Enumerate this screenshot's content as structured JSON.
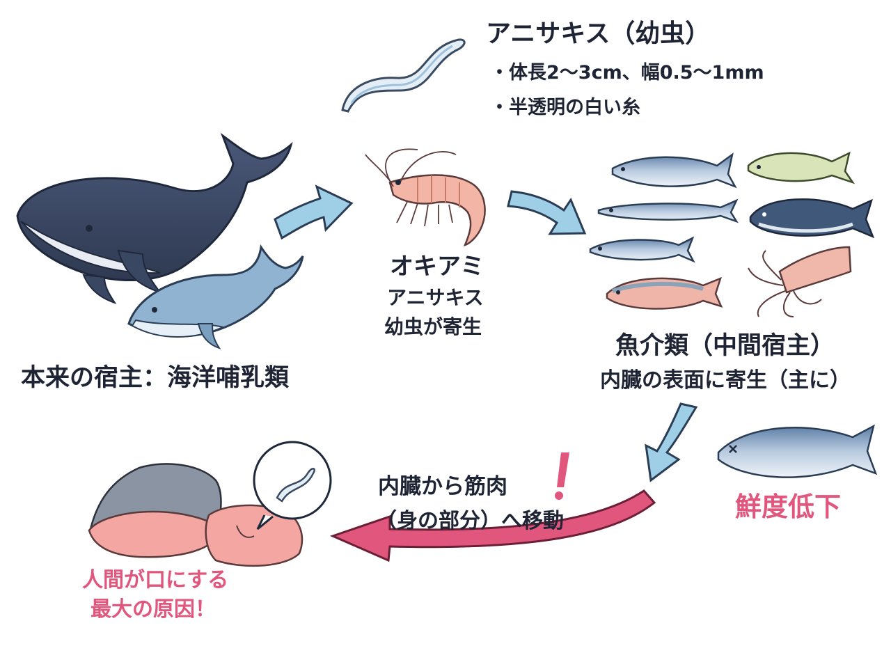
{
  "larva": {
    "title": "アニサキス（幼虫）",
    "bullet1": "・体長2～3cm、幅0.5～1mm",
    "bullet2": "・半透明の白い糸"
  },
  "krill": {
    "name": "オキアミ",
    "line2": "アニサキス",
    "line3": "幼虫が寄生"
  },
  "definitive_host": {
    "label": "本来の宿主：海洋哺乳類"
  },
  "intermediate_host": {
    "title": "魚介類（中間宿主）",
    "subtitle": "内臓の表面に寄生（主に）"
  },
  "freshness": {
    "label": "鮮度低下"
  },
  "migration": {
    "line1": "内臓から筋肉",
    "exclaim": "!",
    "line2": "（身の部分）へ移動"
  },
  "human": {
    "line1": "人間が口にする",
    "line2": "最大の原因！"
  },
  "colors": {
    "arrow_blue": "#9ecfe6",
    "arrow_pink": "#e0567c",
    "whale": "#3d4a66",
    "dolphin": "#8fb3d0",
    "text_dark": "#1e2433",
    "text_pink": "#e0567c"
  }
}
